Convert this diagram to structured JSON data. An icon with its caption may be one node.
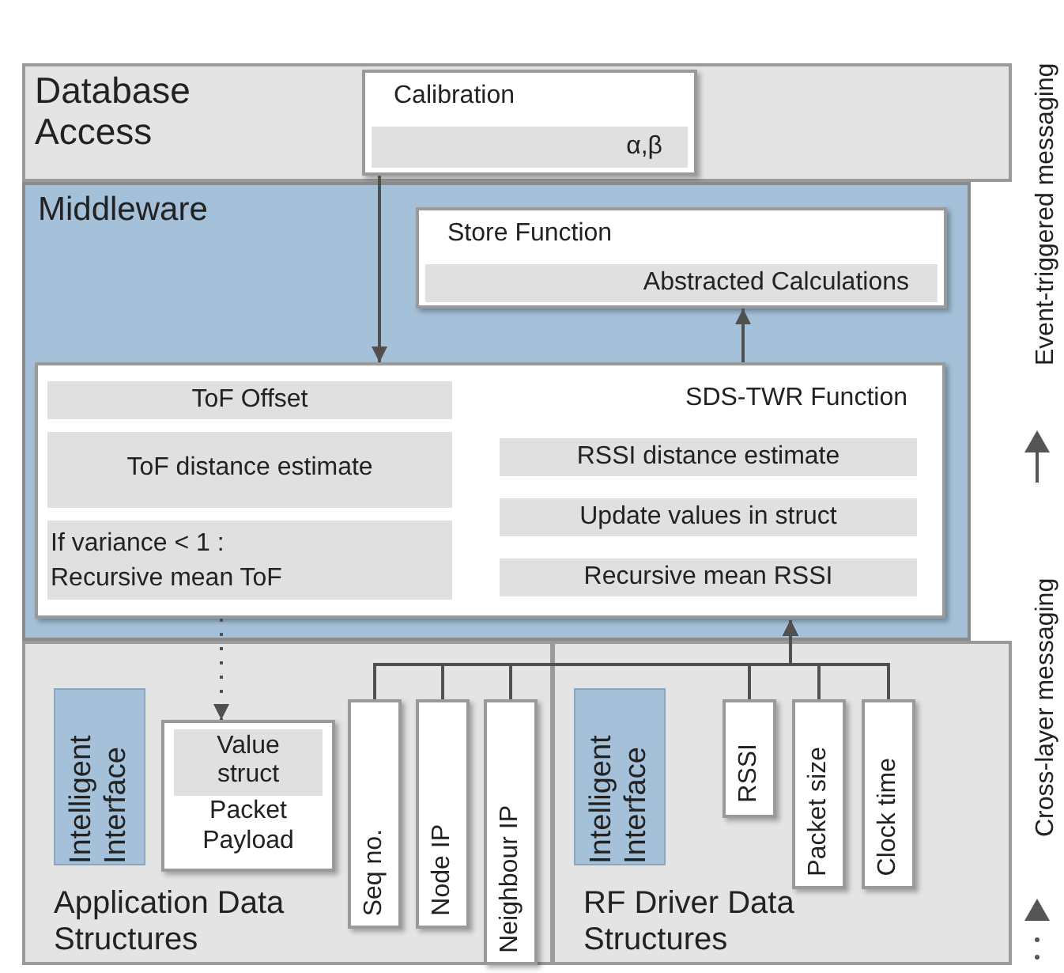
{
  "diagram": {
    "nodes": [
      {
        "text": [
          "Database Access"
        ]
      },
      {
        "text": [
          "Calibration"
        ],
        "in": 0
      },
      {
        "text": [
          "α,β"
        ],
        "in": 1
      },
      {
        "text": [
          "Middleware"
        ]
      },
      {
        "text": [
          "Store Function"
        ],
        "in": 3
      },
      {
        "text": [
          "Abstracted Calculations"
        ],
        "in": 4
      },
      {
        "text": [
          "SDS-TWR Function"
        ],
        "in": 3
      },
      {
        "text": [
          "ToF Offset"
        ],
        "in": 6
      },
      {
        "text": [
          "ToF distance estimate"
        ],
        "in": 6
      },
      {
        "text": [
          "If variance < 1 : Recursive mean ToF"
        ],
        "in": 6
      },
      {
        "text": [
          "RSSI distance estimate"
        ],
        "in": 6
      },
      {
        "text": [
          "Update values in struct"
        ],
        "in": 6
      },
      {
        "text": [
          "Recursive mean RSSI"
        ],
        "in": 6
      },
      {
        "text": [
          "Application Data Structures"
        ]
      },
      {
        "text": [
          "Intelligent Interface"
        ],
        "in": 13
      },
      {
        "text": [
          "Packet Payload"
        ],
        "in": 13
      },
      {
        "text": [
          "Value struct"
        ],
        "in": 15
      },
      {
        "text": [
          "Seq no."
        ],
        "in": 13
      },
      {
        "text": [
          "Node IP"
        ],
        "in": 13
      },
      {
        "text": [
          "Neighbour IP"
        ],
        "in": 13
      },
      {
        "text": [
          "RF Driver Data Structures"
        ]
      },
      {
        "text": [
          "Intelligent Interface"
        ],
        "in": 20
      },
      {
        "text": [
          "RSSI"
        ],
        "in": 20
      },
      {
        "text": [
          "Packet size"
        ],
        "in": 20
      },
      {
        "text": [
          "Clock time"
        ],
        "in": 20
      }
    ],
    "edges": [
      {
        "from": 1,
        "to": 6,
        "arrow": "to"
      },
      {
        "from": 6,
        "to": 4,
        "arrow": "to"
      },
      {
        "from": 6,
        "to": 15,
        "arrow": "to",
        "style": "dashed"
      },
      {
        "from": 17,
        "to": 6,
        "arrow": "to"
      },
      {
        "from": 18,
        "to": 6,
        "arrow": "to"
      },
      {
        "from": 19,
        "to": 6,
        "arrow": "to"
      },
      {
        "from": 22,
        "to": 6,
        "arrow": "to"
      },
      {
        "from": 23,
        "to": 6,
        "arrow": "to"
      },
      {
        "from": 24,
        "to": 6,
        "arrow": "to"
      }
    ],
    "labels": [
      "Event-triggered messaging",
      "Cross-layer messaging"
    ]
  }
}
